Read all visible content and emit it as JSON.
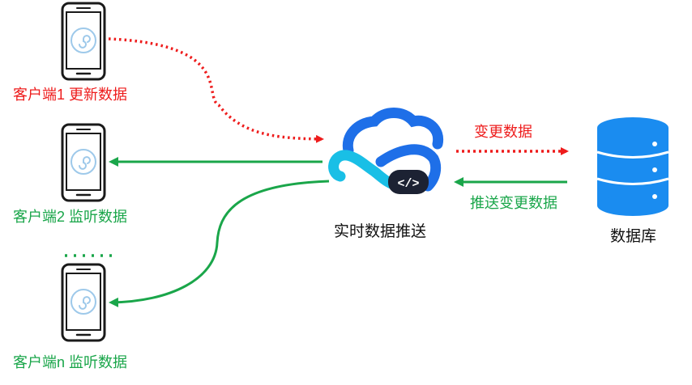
{
  "clients": [
    {
      "label": "客户端1 更新数据",
      "color": "#ee1c1c"
    },
    {
      "label": "客户端2 监听数据",
      "color": "#1aa64a"
    },
    {
      "label": "客户端n 监听数据",
      "color": "#1aa64a"
    }
  ],
  "ellipsis": "......",
  "service": {
    "label": "实时数据推送",
    "code_glyph": "</>"
  },
  "database": {
    "label": "数据库"
  },
  "arrows": {
    "change_data": "变更数据",
    "push_change_data": "推送变更数据"
  },
  "colors": {
    "red": "#ee1c1c",
    "green": "#1aa64a",
    "cloud_blue": "#1e6fe8",
    "cloud_cyan": "#19bfe6",
    "db_blue": "#1a8cf0",
    "phone_frame": "#1a1a1a"
  },
  "icons": [
    "phone-icon",
    "mini-program-icon",
    "cloud-icon",
    "code-icon",
    "database-icon"
  ]
}
